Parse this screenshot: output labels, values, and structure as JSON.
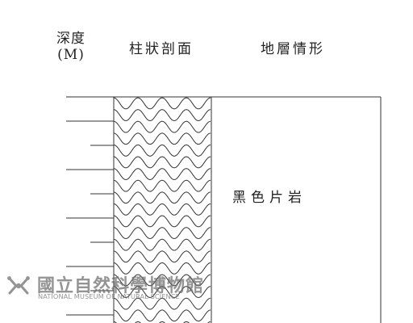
{
  "headers": {
    "depth_line1": "深度",
    "depth_line2": "(M)",
    "column_section": "柱狀剖面",
    "strata": "地層情形"
  },
  "layers": [
    {
      "label": "黑色片岩",
      "pattern": "wavy-lines"
    }
  ],
  "depth_ticks": [
    {
      "length": "long"
    },
    {
      "length": "short"
    },
    {
      "length": "long"
    },
    {
      "length": "short"
    },
    {
      "length": "long"
    },
    {
      "length": "short"
    },
    {
      "length": "long"
    },
    {
      "length": "short"
    },
    {
      "length": "long"
    }
  ],
  "watermark": {
    "name_cn": "國立自然科學博物館",
    "name_en": "NATIONAL MUSEUM OF NATURAL SCIENCE",
    "color": "#6b6b6b"
  },
  "colors": {
    "line": "#333333",
    "background": "#ffffff"
  }
}
